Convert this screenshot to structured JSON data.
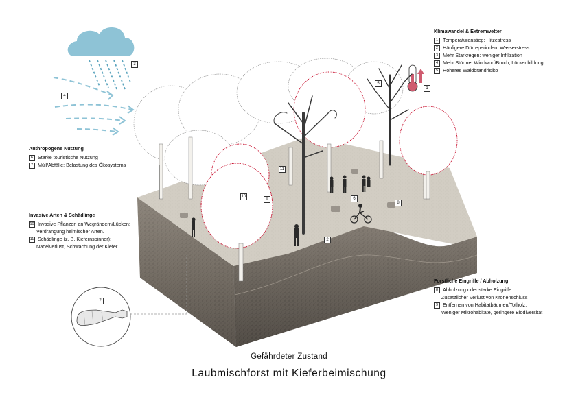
{
  "legend_climate": {
    "heading": "Klimawandel & Extremwetter",
    "items": [
      {
        "num": "1",
        "text": "Temperaturanstieg: Hitzestress"
      },
      {
        "num": "2",
        "text": "Häufigere Dürreperioden: Wasserstress"
      },
      {
        "num": "3",
        "text": "Mehr Starkregen: weniger Infiltration"
      },
      {
        "num": "4",
        "text": "Mehr Stürme: Windwurf/Bruch, Lückenbildung"
      },
      {
        "num": "5",
        "text": "Höheres Waldbrandrisiko"
      }
    ]
  },
  "legend_anthro": {
    "heading": "Anthropogene Nutzung",
    "items": [
      {
        "num": "6",
        "text": "Starke touristische Nutzung"
      },
      {
        "num": "7",
        "text": "Müll/Abfälle: Belastung des Ökosystems"
      }
    ]
  },
  "legend_invasive": {
    "heading": "Invasive Arten & Schädlinge",
    "items": [
      {
        "num": "10",
        "line1": "Invasive Pflanzen an Wegrändern/Lücken:",
        "line2": "Verdrängung heimischer Arten."
      },
      {
        "num": "11",
        "line1": "Schädlinge (z. B. Kiefernspinner):",
        "line2": "Nadelverlust, Schwächung der Kiefer."
      }
    ]
  },
  "legend_forestry": {
    "heading": "Forstliche Eingriffe / Abholzung",
    "items": [
      {
        "num": "8",
        "line1": "Abholzung oder starke Eingriffe:",
        "line2": "Zusätzlicher Verlust von Kronenschluss"
      },
      {
        "num": "9",
        "line1": "Entfernen von Habitatbäumen/Totholz:",
        "line2": "Weniger Mikrohabitate, geringere Biodiversität"
      }
    ]
  },
  "tags": {
    "t1": "1",
    "t2": "2",
    "t3": "3",
    "t4": "4",
    "t5": "5",
    "t6": "6",
    "t7": "7",
    "t8": "8",
    "t9": "9",
    "t10": "10",
    "t11": "11"
  },
  "subtitle": "Gefährdeter Zustand",
  "title": "Laubmischforst mit Kieferbeimischung",
  "colors": {
    "infested": "#c8102e",
    "cloud": "#8ec3d6",
    "soil": "#8a8279",
    "ground": "#d1ccc2",
    "thermometer": "#cf5b6f"
  },
  "icons": [
    "cloud-icon",
    "rain-icon",
    "wind-icon",
    "thermometer-icon",
    "bottle-icon",
    "person-icon",
    "bicycle-icon",
    "dead-tree-icon",
    "deciduous-tree-icon"
  ]
}
